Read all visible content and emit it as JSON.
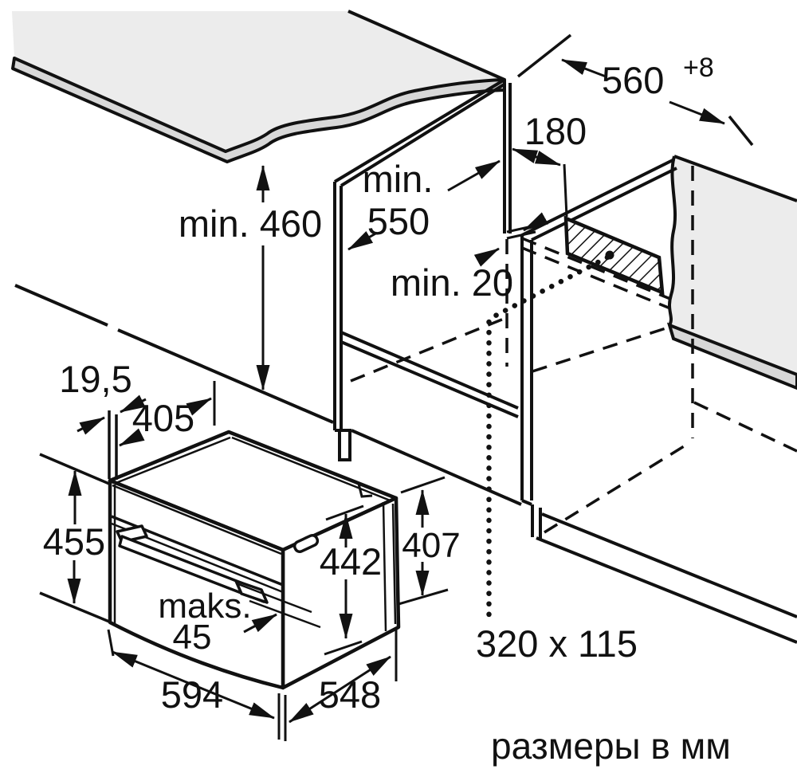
{
  "diagram": {
    "unit_note": "размеры в мм",
    "dimensions": {
      "niche_width": "560",
      "niche_width_tolerance": "+8",
      "vent_setback": "180",
      "niche_height_min": "min. 460",
      "niche_depth_min_label": "min.",
      "niche_depth_min_value": "550",
      "rear_gap_min": "min. 20",
      "strip_width": "19,5",
      "top_recess_depth": "405",
      "appliance_height": "455",
      "front_frame_height": "442",
      "body_height": "407",
      "handle_depth_label": "maks.",
      "handle_depth_value": "45",
      "appliance_width": "594",
      "body_depth": "548",
      "vent_cutout_size": "320 x 115"
    },
    "colors": {
      "line": "#111111",
      "surface": "#ececec",
      "edge_band": "#d8d8d8",
      "background": "#ffffff"
    }
  }
}
